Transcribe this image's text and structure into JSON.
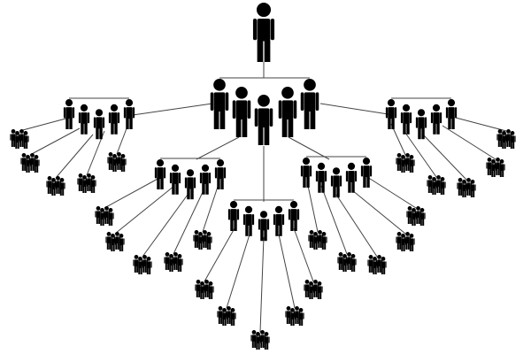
{
  "colors": {
    "figure": "#000000",
    "link": "#444444",
    "background": "#ffffff"
  },
  "icons": {
    "figure": "person-icon"
  },
  "tree": {
    "root": {
      "count": 1
    },
    "level2": {
      "count": 5
    },
    "clusters": [
      {
        "name": "left",
        "figures": 5,
        "leaves": 5
      },
      {
        "name": "right",
        "figures": 5,
        "leaves": 5
      },
      {
        "name": "center-left",
        "figures": 5,
        "leaves": 5
      },
      {
        "name": "center-right",
        "figures": 5,
        "leaves": 5
      },
      {
        "name": "bottom",
        "figures": 5,
        "leaves": 5
      }
    ],
    "leaf_group_size": 4
  }
}
